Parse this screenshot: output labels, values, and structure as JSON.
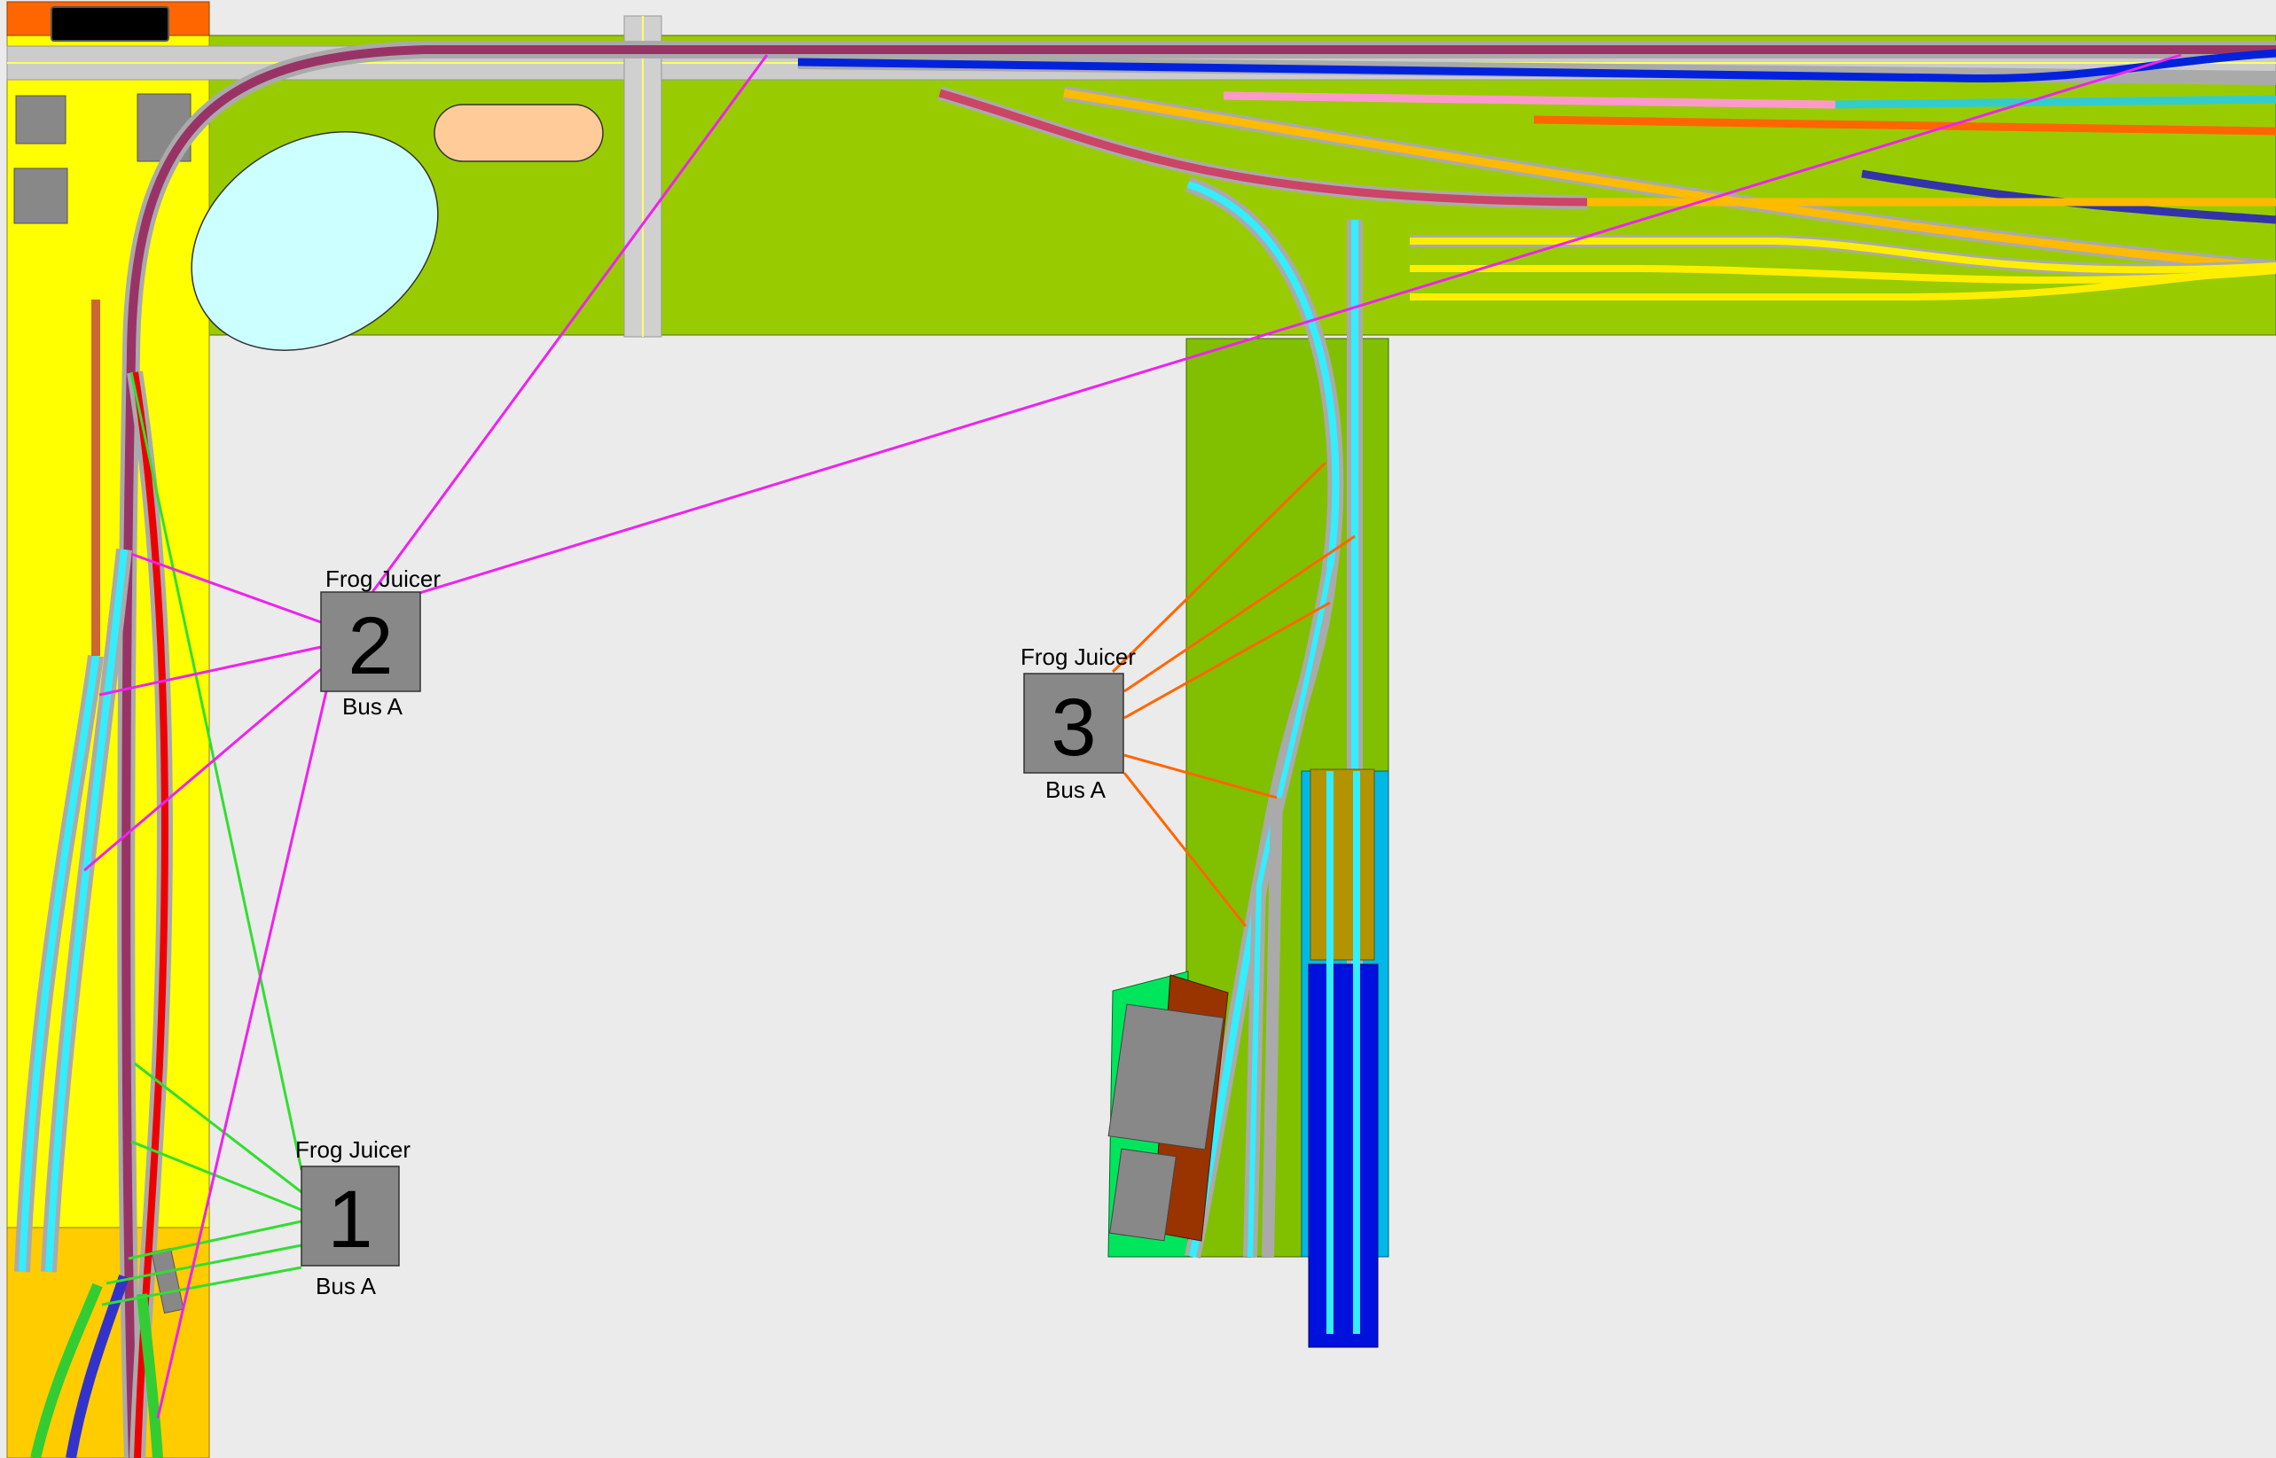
{
  "colors": {
    "background": "#ebebeb",
    "baseboard_green": "#99cc00",
    "baseboard_yellow": "#ffff00",
    "baseboard_orange": "#ffcc00",
    "wire_juicer1": "#33dd33",
    "wire_juicer2": "#ee22ee",
    "wire_juicer3": "#ff6600",
    "juicer_box": "#888888"
  },
  "juicers": [
    {
      "title": "Frog Juicer",
      "number": "1",
      "bus": "Bus A"
    },
    {
      "title": "Frog Juicer",
      "number": "2",
      "bus": "Bus A"
    },
    {
      "title": "Frog Juicer",
      "number": "3",
      "bus": "Bus A"
    }
  ]
}
